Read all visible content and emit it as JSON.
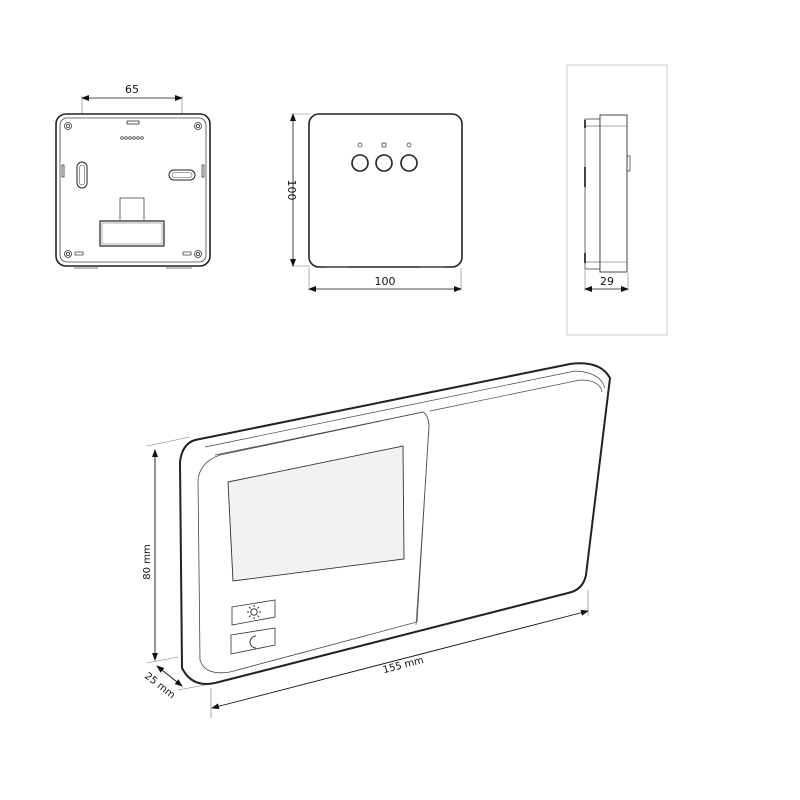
{
  "diagram": {
    "type": "technical-dimension-drawing",
    "subject": "wall thermostat / controller",
    "back_view": {
      "dimension_label": "65"
    },
    "front_view": {
      "height_label": "100",
      "width_label": "100",
      "buttons": 3,
      "indicators": 3
    },
    "side_view": {
      "depth_label": "29"
    },
    "isometric_view": {
      "height_label": "80 mm",
      "depth_label": "25 mm",
      "width_label": "155 mm",
      "buttons": [
        {
          "icon": "sun-icon",
          "glyph": "☼"
        },
        {
          "icon": "moon-icon",
          "glyph": "☾"
        }
      ]
    }
  },
  "colors": {
    "line": "#222222",
    "thin_line": "#555555",
    "frame": "#cccccc",
    "screen_fill": "#f2f2f2"
  }
}
